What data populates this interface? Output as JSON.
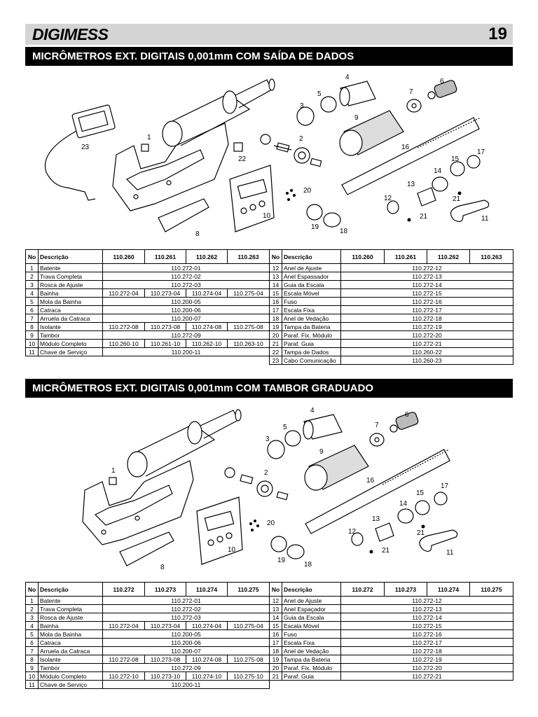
{
  "header": {
    "brand": "DIGIMESS",
    "page_number": "19"
  },
  "section1": {
    "title": "MICRÔMETROS EXT. DIGITAIS 0,001mm COM SAÍDA DE DADOS",
    "callouts": [
      "1",
      "2",
      "3",
      "4",
      "5",
      "6",
      "7",
      "8",
      "9",
      "10",
      "11",
      "12",
      "13",
      "14",
      "15",
      "16",
      "17",
      "19",
      "18",
      "20",
      "21",
      "21",
      "22",
      "23"
    ],
    "left": {
      "columns": [
        "No",
        "Descrição",
        "110.260",
        "110.261",
        "110.262",
        "110.263"
      ],
      "rows": [
        {
          "no": "1",
          "desc": "Batente",
          "common": "110.272-01"
        },
        {
          "no": "2",
          "desc": "Trava Completa",
          "common": "110.272-02"
        },
        {
          "no": "3",
          "desc": "Rosca de Ajuste",
          "common": "110.272-03"
        },
        {
          "no": "4",
          "desc": "Bainha",
          "vals": [
            "110.272-04",
            "110.273-04",
            "110.274-04",
            "110.275-04"
          ]
        },
        {
          "no": "5",
          "desc": "Mola da Bainha",
          "common": "110.200-05"
        },
        {
          "no": "6",
          "desc": "Catraca",
          "common": "110.200-06"
        },
        {
          "no": "7",
          "desc": "Arruela da Catraca",
          "common": "110.200-07"
        },
        {
          "no": "8",
          "desc": "Isolante",
          "vals": [
            "110.272-08",
            "110.273-08",
            "110.274-08",
            "110.275-08"
          ]
        },
        {
          "no": "9",
          "desc": "Tambor",
          "common": "110.272-09"
        },
        {
          "no": "10",
          "desc": "Módulo Completo",
          "vals": [
            "110.260-10",
            "110.261-10",
            "110.262-10",
            "110.263-10"
          ]
        },
        {
          "no": "11",
          "desc": "Chave de Serviço",
          "common": "110.200-11"
        }
      ]
    },
    "right": {
      "columns": [
        "No",
        "Descrição",
        "110.260",
        "110.261",
        "110.262",
        "110.263"
      ],
      "rows": [
        {
          "no": "12",
          "desc": "Anel de Ajuste",
          "common": "110.272-12"
        },
        {
          "no": "13",
          "desc": "Anel Espassador",
          "common": "110.272-13"
        },
        {
          "no": "14",
          "desc": "Guia da Escala",
          "common": "110.272-14"
        },
        {
          "no": "15",
          "desc": "Escala Móvel",
          "common": "110.272-15"
        },
        {
          "no": "16",
          "desc": "Fuso",
          "common": "110.272-16"
        },
        {
          "no": "17",
          "desc": "Escala Fixa",
          "common": "110.272-17"
        },
        {
          "no": "18",
          "desc": "Anel de Vedação",
          "common": "110.272-18"
        },
        {
          "no": "19",
          "desc": "Tampa da Bateria",
          "common": "110.272-19"
        },
        {
          "no": "20",
          "desc": "Paraf. Fix. Módulo",
          "common": "110.272-20"
        },
        {
          "no": "21",
          "desc": "Paraf. Guia",
          "common": "110.272-21"
        },
        {
          "no": "22",
          "desc": "Tampa de Dados",
          "common": "110.260-22"
        },
        {
          "no": "23",
          "desc": "Cabo Comunicação",
          "common": "110.260-23"
        }
      ]
    }
  },
  "section2": {
    "title": "MICRÔMETROS EXT. DIGITAIS 0,001mm COM TAMBOR GRADUADO",
    "callouts": [
      "1",
      "2",
      "3",
      "4",
      "5",
      "6",
      "7",
      "8",
      "9",
      "10",
      "11",
      "12",
      "13",
      "14",
      "15",
      "16",
      "17",
      "19",
      "18",
      "20",
      "21",
      "21"
    ],
    "left": {
      "columns": [
        "No",
        "Descrição",
        "110.272",
        "110.273",
        "110.274",
        "110.275"
      ],
      "rows": [
        {
          "no": "1",
          "desc": "Batente",
          "common": "110.272-01"
        },
        {
          "no": "2",
          "desc": "Trava Completa",
          "common": "110.272-02"
        },
        {
          "no": "3",
          "desc": "Rosca de Ajuste",
          "common": "110.272-03"
        },
        {
          "no": "4",
          "desc": "Bainha",
          "vals": [
            "110.272-04",
            "110.273-04",
            "110.274-04",
            "110.275-04"
          ]
        },
        {
          "no": "5",
          "desc": "Mola da Bainha",
          "common": "110.200-05"
        },
        {
          "no": "6",
          "desc": "Catraca",
          "common": "110.200-06"
        },
        {
          "no": "7",
          "desc": "Arruela da Catraca",
          "common": "110.200-07"
        },
        {
          "no": "8",
          "desc": "Isolante",
          "vals": [
            "110.272-08",
            "110.273-08",
            "110.274-08",
            "110.275-08"
          ]
        },
        {
          "no": "9",
          "desc": "Tambor",
          "common": "110.272-09"
        },
        {
          "no": "10",
          "desc": "Módulo Completo",
          "vals": [
            "110.272-10",
            "110.273-10",
            "110.274-10",
            "110.275-10"
          ]
        },
        {
          "no": "11",
          "desc": "Chave de Serviço",
          "common": "110.200-11"
        }
      ]
    },
    "right": {
      "columns": [
        "No",
        "Descrição",
        "110.272",
        "110.273",
        "110.274",
        "110.275"
      ],
      "rows": [
        {
          "no": "12",
          "desc": "Anel de Ajuste",
          "common": "110.272-12"
        },
        {
          "no": "13",
          "desc": "Anel Espaçador",
          "common": "110.272-13"
        },
        {
          "no": "14",
          "desc": "Guia da Escala",
          "common": "110.272-14"
        },
        {
          "no": "15",
          "desc": "Escala Móvel",
          "common": "110.272-15"
        },
        {
          "no": "16",
          "desc": "Fuso",
          "common": "110.272-16"
        },
        {
          "no": "17",
          "desc": "Escala Fixa",
          "common": "110.272-17"
        },
        {
          "no": "18",
          "desc": "Anel de Vedação",
          "common": "110.272-18"
        },
        {
          "no": "19",
          "desc": "Tampa da Bateria",
          "common": "110.272-19"
        },
        {
          "no": "20",
          "desc": "Paraf. Fix. Módulo",
          "common": "110.272-20"
        },
        {
          "no": "21",
          "desc": "Paraf. Guia",
          "common": "110.272-21"
        }
      ]
    }
  }
}
